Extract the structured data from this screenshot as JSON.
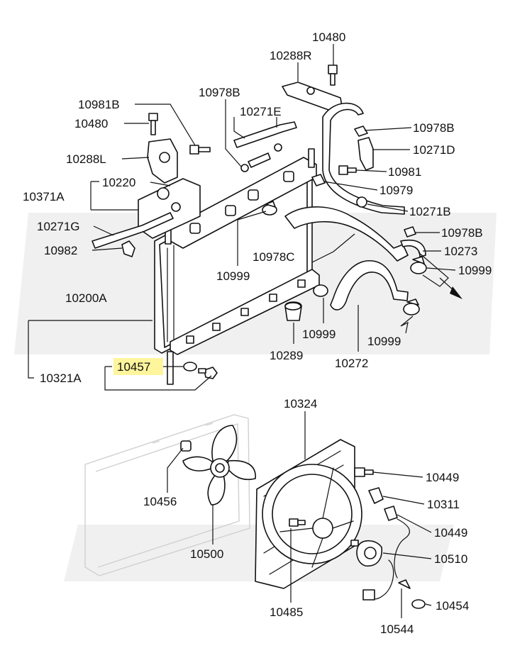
{
  "labels": {
    "p10480_top": "10480",
    "p10288R": "10288R",
    "p10981B": "10981B",
    "p10978B_a": "10978B",
    "p10480_left": "10480",
    "p10271E": "10271E",
    "p10978B_b": "10978B",
    "p10271D": "10271D",
    "p10288L": "10288L",
    "p10981": "10981",
    "p10371A": "10371A",
    "p10220": "10220",
    "p10979": "10979",
    "p10271B": "10271B",
    "p10271G": "10271G",
    "p10978B_c": "10978B",
    "p10982": "10982",
    "p10273": "10273",
    "p10978C": "10978C",
    "p10999_a": "10999",
    "p10999_b": "10999",
    "p10200A": "10200A",
    "p10999_c": "10999",
    "p10289": "10289",
    "p10999_d": "10999",
    "p10272": "10272",
    "p10457": "10457",
    "p10321A": "10321A",
    "p10324": "10324",
    "p10449_a": "10449",
    "p10311": "10311",
    "p10456": "10456",
    "p10449_b": "10449",
    "p10500": "10500",
    "p10510": "10510",
    "p10485": "10485",
    "p10454": "10454",
    "p10544": "10544"
  },
  "highlight": {
    "label_key": "p10457",
    "color": "#fff59d"
  }
}
